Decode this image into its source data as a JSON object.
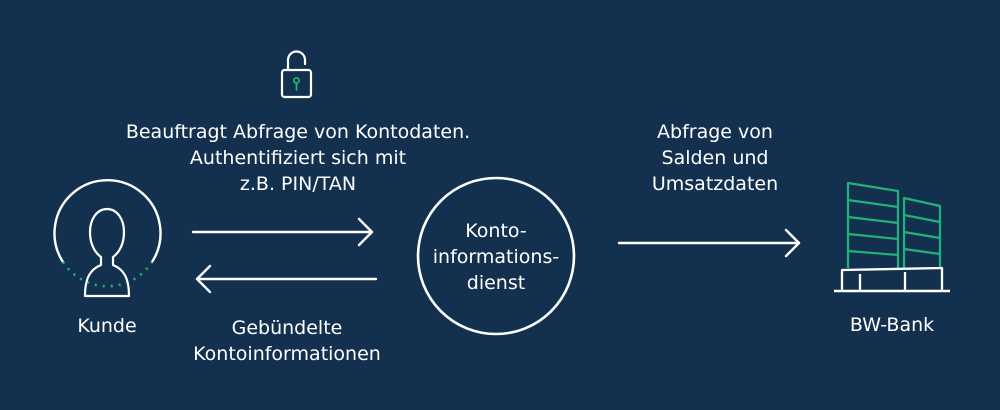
{
  "labels": {
    "request": [
      "Beauftragt Abfrage von Kontodaten.",
      "Authentifiziert sich mit",
      "z.B. PIN/TAN"
    ],
    "customer": "Kunde",
    "bundled": [
      "Gebündelte",
      "Kontoinformationen"
    ],
    "service": [
      "Konto-",
      "informations-",
      "dienst"
    ],
    "query": [
      "Abfrage von",
      "Salden und",
      "Umsatzdaten"
    ],
    "bank": "BW-Bank"
  },
  "icons": {
    "lock": "lock-icon",
    "customer": "user-icon",
    "bank": "bank-building-icon"
  },
  "colors": {
    "background": "#14304f",
    "foreground": "#ffffff",
    "accent": "#1fb37a"
  }
}
